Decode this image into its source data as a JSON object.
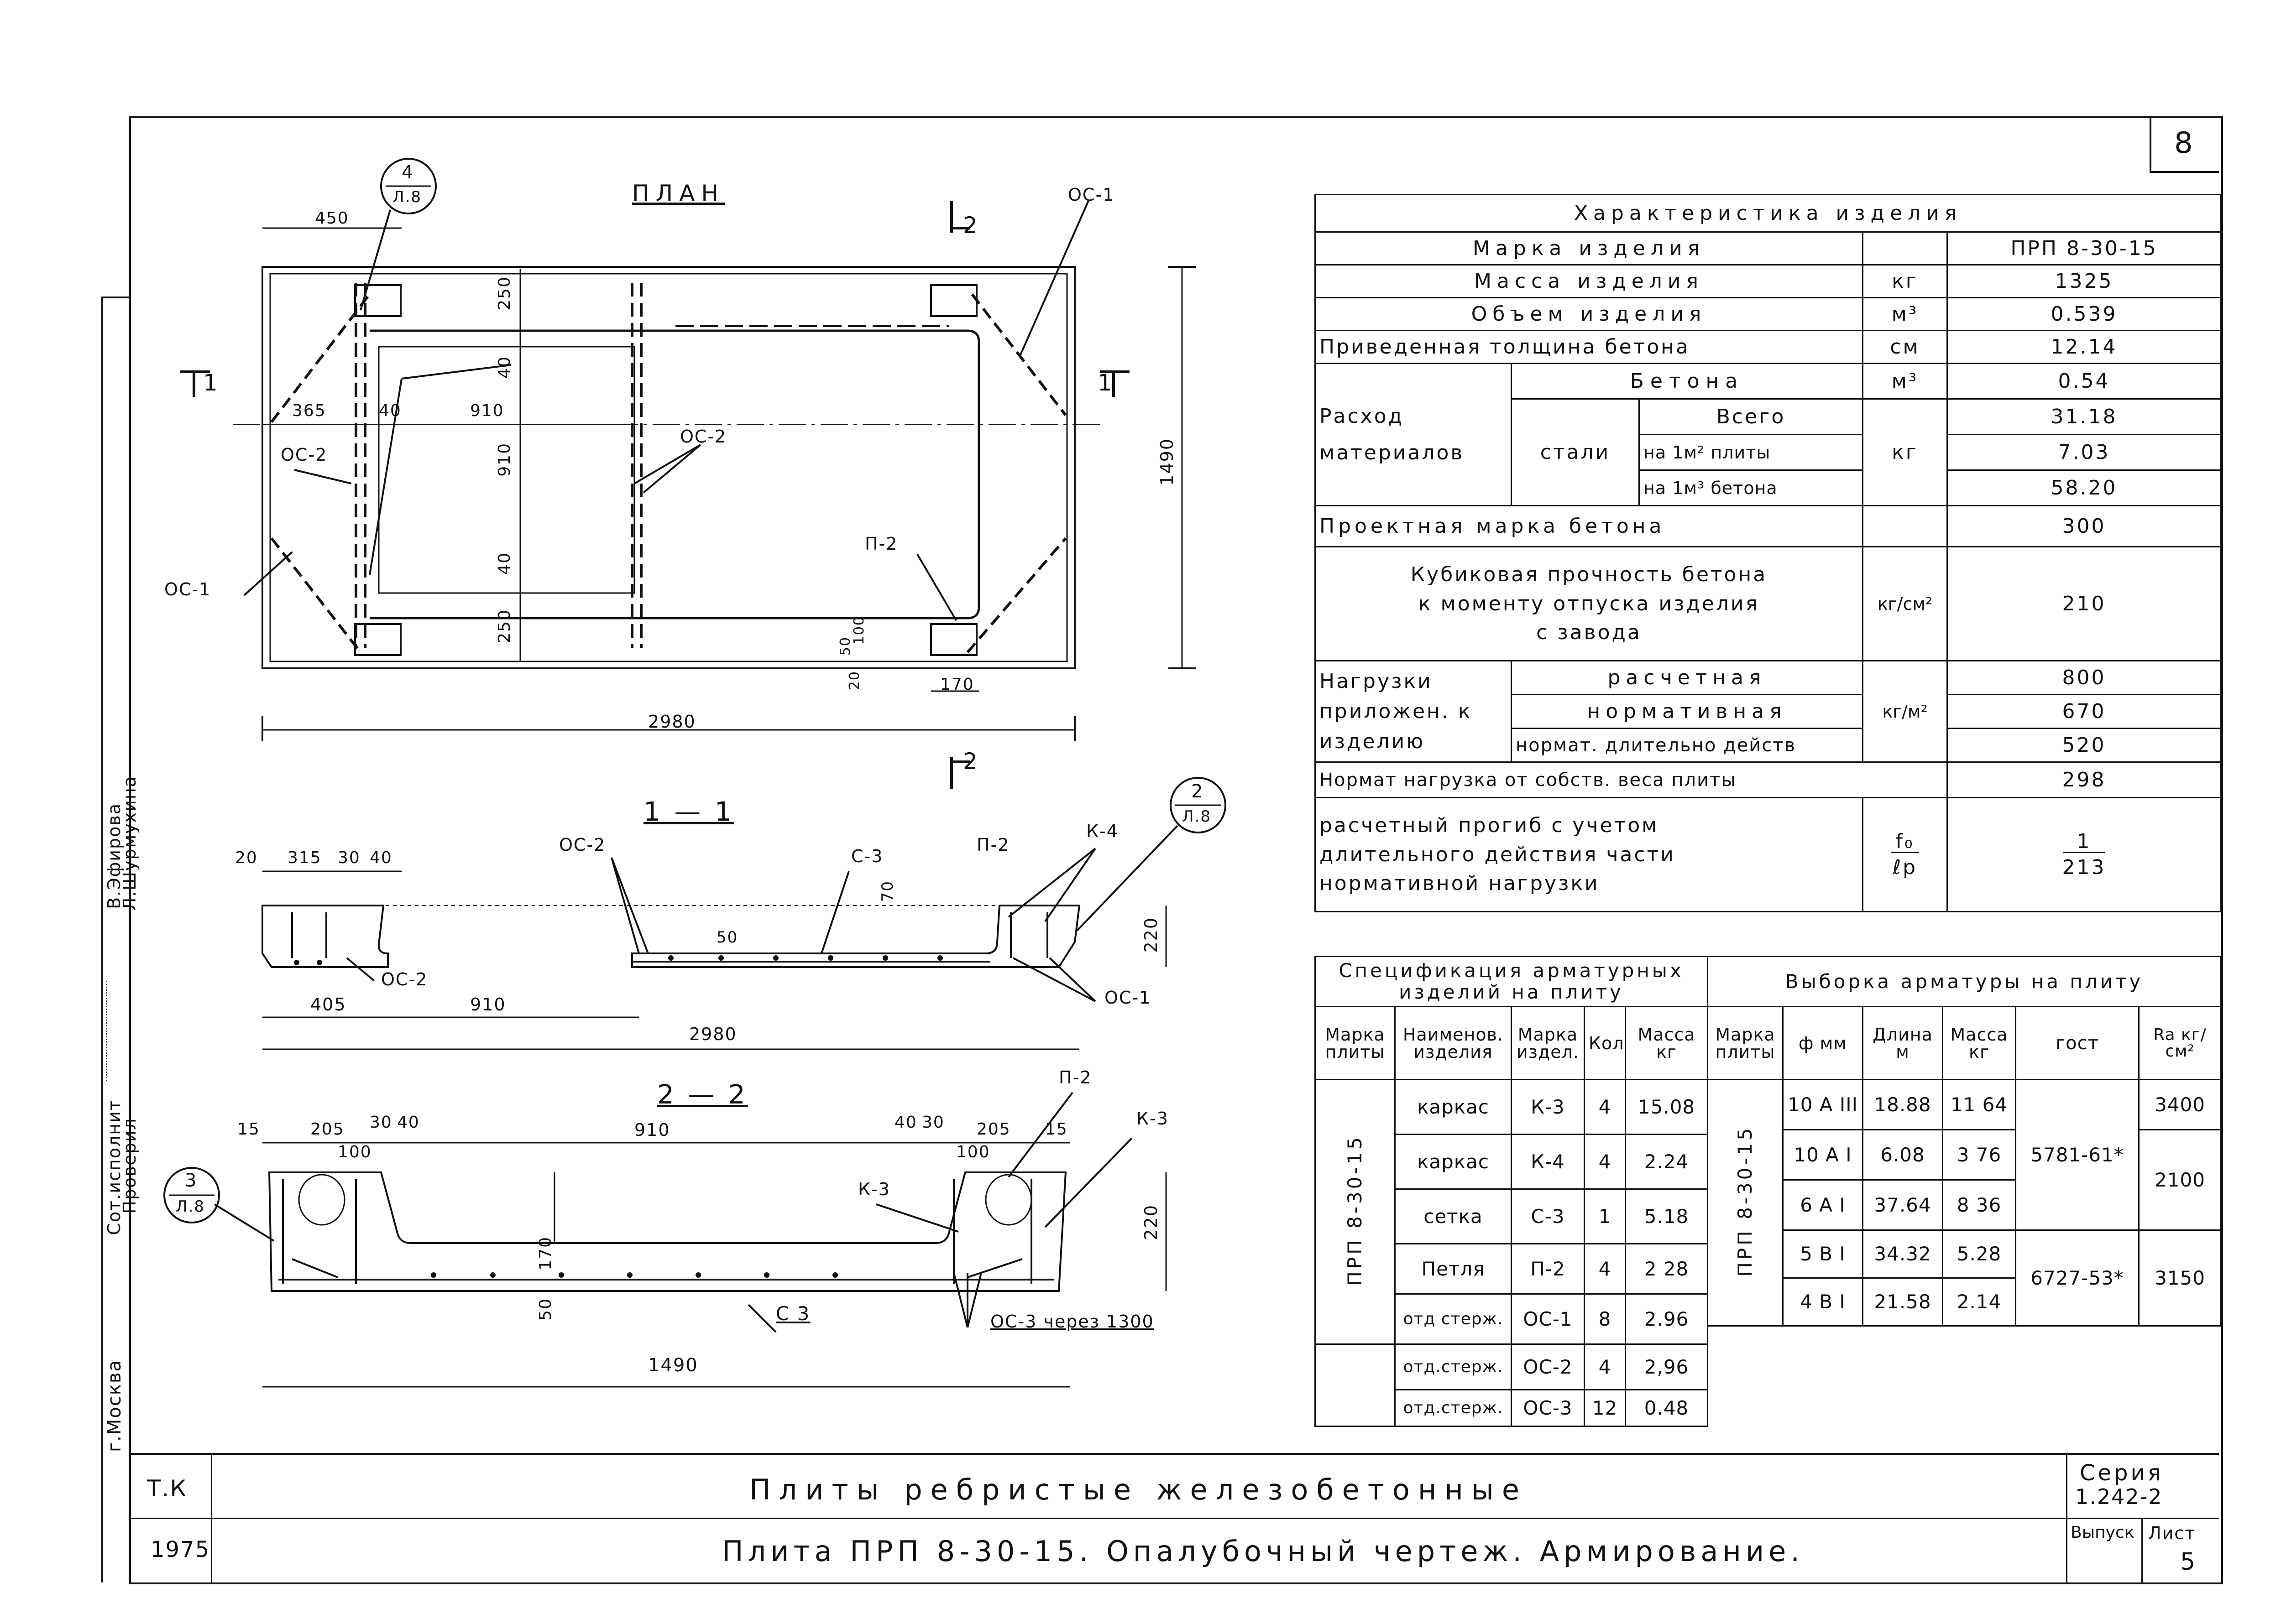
{
  "sheet_number": "8",
  "titles": {
    "plan": "ПЛАН",
    "section_1": "1 — 1",
    "section_2": "2 — 2"
  },
  "plan": {
    "dims": {
      "d450": "450",
      "d365": "365",
      "d40a": "40",
      "d910": "910",
      "d250a": "250",
      "d40b": "40",
      "d910v": "910",
      "d40c": "40",
      "d250b": "250",
      "d1490": "1490",
      "d2980": "2980",
      "d50": "50",
      "d100": "100",
      "d20": "20",
      "d170": "170"
    },
    "labels": {
      "oc1_top": "ОС-1",
      "oc1_left": "ОС-1",
      "oc2_left": "ОС-2",
      "oc2_mid": "ОС-2",
      "p2": "П-2",
      "sec1_left": "1",
      "sec1_right": "1",
      "sec2_top": "2",
      "sec2_bottom": "2"
    },
    "callout_4": {
      "num": "4",
      "sheet": "Л.8"
    }
  },
  "section1": {
    "dims": {
      "d20": "20",
      "d315": "315",
      "d30": "30",
      "d40": "40",
      "d405": "405",
      "d910": "910",
      "d2980": "2980",
      "d50": "50",
      "d70": "70",
      "d220": "220"
    },
    "labels": {
      "oc2": "ОС-2",
      "oc2b": "ОС-2",
      "c3": "С-3",
      "p2": "П-2",
      "k4": "К-4",
      "oc1": "ОС-1"
    },
    "callout_2": {
      "num": "2",
      "sheet": "Л.8"
    }
  },
  "section2": {
    "dims": {
      "d15a": "15",
      "d205a": "205",
      "d30a": "30",
      "d40a": "40",
      "d910": "910",
      "d40b": "40",
      "d30b": "30",
      "d205b": "205",
      "d15b": "15",
      "d100a": "100",
      "d100b": "100",
      "d170": "170",
      "d50": "50",
      "d220": "220",
      "d1490": "1490"
    },
    "labels": {
      "p2": "П-2",
      "k3": "К-3",
      "k3b": "К-3",
      "c3": "С 3",
      "oc3": "ОС-3 через 1300"
    },
    "callout_3": {
      "num": "3",
      "sheet": "Л.8"
    }
  },
  "characteristics": {
    "title": "Характеристика изделия",
    "rows": {
      "mark": {
        "label": "Марка изделия",
        "unit": "",
        "value": "ПРП 8-30-15"
      },
      "mass": {
        "label": "Масса изделия",
        "unit": "кг",
        "value": "1325"
      },
      "volume": {
        "label": "Объем изделия",
        "unit": "м³",
        "value": "0.539"
      },
      "thickness": {
        "label": "Приведенная толщина бетона",
        "unit": "см",
        "value": "12.14"
      },
      "consumption_label": "Расход материалов",
      "concrete": {
        "label": "Бетона",
        "unit": "м³",
        "value": "0.54"
      },
      "steel_label": "стали",
      "steel_total": {
        "label": "Всего",
        "value": "31.18"
      },
      "steel_m2": {
        "label": "на 1м² плиты",
        "value": "7.03"
      },
      "steel_m3": {
        "label": "на 1м³ бетона",
        "value": "58.20"
      },
      "steel_unit": "кг",
      "concrete_grade": {
        "label": "Проектная марка бетона",
        "value": "300"
      },
      "cube_strength": {
        "label_1": "Кубиковая прочность бетона",
        "label_2": "к моменту отпуска изделия",
        "label_3": "с завода",
        "unit": "кг/см²",
        "value": "210"
      },
      "loads_label": "Нагрузки приложен. к изделию",
      "load_design": {
        "label": "расчетная",
        "value": "800"
      },
      "load_normative": {
        "label": "нормативная",
        "value": "670"
      },
      "load_long": {
        "label": "нормат. длительно действ",
        "value": "520"
      },
      "load_unit": "кг/м²",
      "self_weight": {
        "label": "Нормат нагрузка от собств. веса плиты",
        "value": "298"
      },
      "deflection": {
        "label_1": "расчетный прогиб с учетом",
        "label_2": "длительного действия части",
        "label_3": "нормативной нагрузки",
        "unit_top": "f₀",
        "unit_bottom": "ℓp",
        "value_top": "1",
        "value_bottom": "213"
      }
    }
  },
  "spec": {
    "title_1": "Спецификация арматурных",
    "title_2": "изделий на плиту",
    "headers": [
      "Марка плиты",
      "Наименов. изделия",
      "Марка издел.",
      "Кол",
      "Масса кг"
    ],
    "plate_mark": "ПРП 8-30-15",
    "rows": [
      {
        "name": "каркас",
        "mark": "К-3",
        "qty": "4",
        "mass": "15.08"
      },
      {
        "name": "каркас",
        "mark": "К-4",
        "qty": "4",
        "mass": "2.24"
      },
      {
        "name": "сетка",
        "mark": "С-3",
        "qty": "1",
        "mass": "5.18"
      },
      {
        "name": "Петля",
        "mark": "П-2",
        "qty": "4",
        "mass": "2 28"
      },
      {
        "name": "отд стерж.",
        "mark": "ОС-1",
        "qty": "8",
        "mass": "2.96"
      },
      {
        "name": "отд.стерж.",
        "mark": "ОС-2",
        "qty": "4",
        "mass": "2,96"
      },
      {
        "name": "отд.стерж.",
        "mark": "ОС-3",
        "qty": "12",
        "mass": "0.48"
      }
    ]
  },
  "selection": {
    "title": "Выборка арматуры на плиту",
    "headers": [
      "Марка плиты",
      "ф мм",
      "Длина м",
      "Масса кг",
      "гост",
      "Ra кг/см²"
    ],
    "plate_mark": "ПРП 8-30-15",
    "rows": [
      {
        "dia": "10 А III",
        "len": "18.88",
        "mass": "11 64"
      },
      {
        "dia": "10 А I",
        "len": "6.08",
        "mass": "3 76"
      },
      {
        "dia": "6 А I",
        "len": "37.64",
        "mass": "8 36"
      },
      {
        "dia": "5 В I",
        "len": "34.32",
        "mass": "5.28"
      },
      {
        "dia": "4 В I",
        "len": "21.58",
        "mass": "2.14"
      }
    ],
    "gost_1": "5781-61*",
    "gost_2": "6727-53*",
    "ra": [
      "3400",
      "2100",
      "3150"
    ]
  },
  "side_strip": {
    "city": "г.Москва",
    "role_1": "Сот.исполнит",
    "role_2": "Проверил",
    "name_1": "Л.Шурмухина",
    "name_2": "В.Эфирова"
  },
  "title_block": {
    "org": "Т.К",
    "year": "1975",
    "main_title": "Плиты ребристые железобетонные",
    "sub_title": "Плита ПРП 8-30-15. Опалубочный чертеж. Армирование.",
    "series_label": "Серия",
    "series_value": "1.242-2",
    "issue_label": "Выпуск",
    "sheet_label": "Лист",
    "sheet_value": "5"
  }
}
